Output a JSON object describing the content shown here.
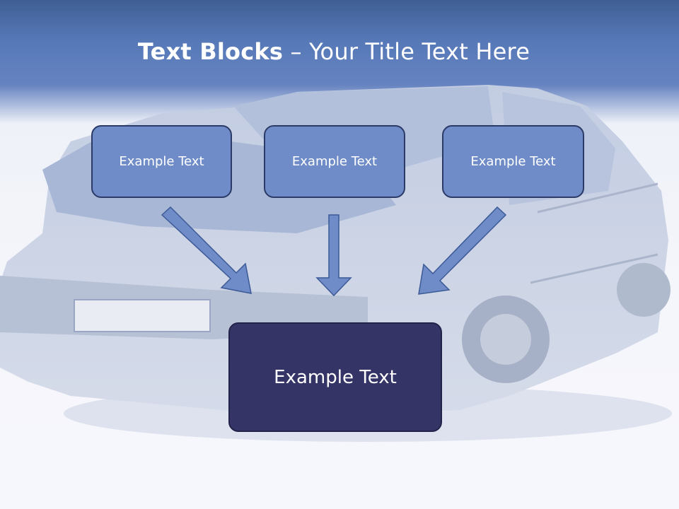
{
  "slide": {
    "title_bold": "Text Blocks",
    "title_dash": " – ",
    "title_rest": "Your Title Text Here",
    "blocks": [
      {
        "label": "Example Text"
      },
      {
        "label": "Example Text"
      },
      {
        "label": "Example Text"
      }
    ],
    "main_block": {
      "label": "Example Text"
    },
    "background_image": "crashed-car-photo",
    "colors": {
      "header_blue": "#5779b8",
      "block_fill": "#6f8cc8",
      "block_border": "#2b3a67",
      "main_fill": "#353467",
      "arrow_fill": "#6f8cc8"
    }
  }
}
